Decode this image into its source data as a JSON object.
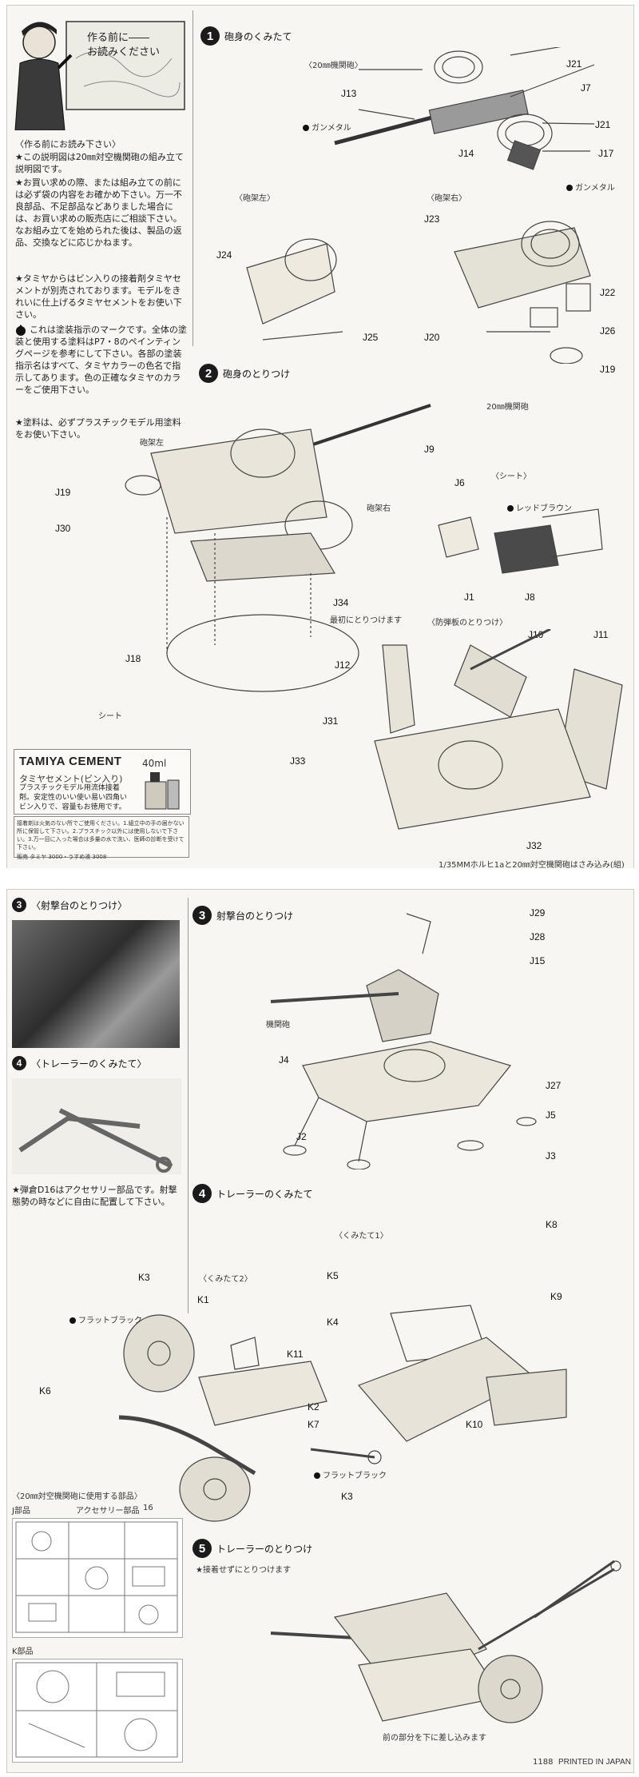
{
  "sheet1": {
    "intro": {
      "bubble": "作る前に――\nお読みください",
      "heading": "〈作る前にお読み下さい〉",
      "paragraphs": [
        "★この説明図は20㎜対空機関砲の組み立て説明図です。",
        "★お買い求めの際、または組み立ての前には必ず袋の内容をお確かめ下さい。万一不良部品、不足部品などありました場合には、お買い求めの販売店にご相談下さい。なお組み立てを始められた後は、製品の返品、交換などに応じかねます。",
        "★タミヤからはビン入りの接着剤タミヤセメントが別売されております。モデルをきれいに仕上げるタミヤセメントをお使い下さい。",
        "これは塗装指示のマークです。全体の塗装と使用する塗料はP7・8のペインティングページを参考にして下さい。各部の塗装指示名はすべて、タミヤカラーの色名で指示してあります。色の正確なタミヤのカラーをご使用下さい。",
        "★塗料は、必ずプラスチックモデル用塗料をお使い下さい。"
      ]
    },
    "step1": {
      "number": "1",
      "title": "砲身のくみたて",
      "sub_gun": "〈20㎜機関砲〉",
      "sub_left": "〈砲架左〉",
      "sub_right": "〈砲架右〉",
      "paint_gunmetal_a": "ガンメタル",
      "paint_gunmetal_b": "ガンメタル",
      "labels": [
        "J21",
        "J13",
        "J7",
        "J21",
        "J14",
        "J17",
        "J23",
        "J24",
        "J22",
        "J20",
        "J26",
        "J25",
        "J19"
      ]
    },
    "step2": {
      "number": "2",
      "title": "砲身のとりつけ",
      "sub_gun": "20㎜機関砲",
      "sub_left": "砲架左",
      "sub_right": "砲架右",
      "sub_seat": "〈シート〉",
      "paint_red_brown": "レッドブラウン",
      "seat_label": "シート",
      "note_j34": "最初にとりつけます",
      "sub_shield": "〈防弾板のとりつけ〉",
      "labels": [
        "J9",
        "J19",
        "J6",
        "J30",
        "J1",
        "J8",
        "J34",
        "J18",
        "J10",
        "J11",
        "J12",
        "J31",
        "J33",
        "J32"
      ]
    },
    "cement": {
      "brand": "TAMIYA CEMENT",
      "volume": "40ml",
      "name_ja": "タミヤセメント(ビン入り)",
      "desc": "プラスチックモデル用流体接着剤。安定性のいい使い易い四角いビン入りで、容量もお徳用です。"
    },
    "warning": {
      "text": "接着剤は火気のない所でご使用ください。1.組立中の手の届かない所に保管して下さい。2.プラスチック以外には使用しないで下さい。3.万一目に入った場合は多量の水で洗い、医師の診断を受けて下さい。",
      "price": "販売 タミヤ 3000・うすめ液 3008"
    },
    "footer": "1/35MMホルヒ1aと20㎜対空機関砲はさみ込み(組)"
  },
  "sheet2": {
    "left": {
      "step3_photo_title": "〈射撃台のとりつけ〉",
      "step3_photo_num": "3",
      "step4_photo_title": "〈トレーラーのくみたて〉",
      "step4_photo_num": "4",
      "note": "★弾倉D16はアクセサリー部品です。射撃態勢の時などに自由に配置して下さい。",
      "usage_title": "〈20㎜対空機関砲に使用する部品〉",
      "parts_j": "J部品",
      "accessory": "アクセサリー部品",
      "accessory_num": "16",
      "parts_k": "K部品"
    },
    "step3": {
      "number": "3",
      "title": "射撃台のとりつけ",
      "gun": "機関砲",
      "labels": [
        "J29",
        "J28",
        "J15",
        "J4",
        "J27",
        "J5",
        "J2",
        "J3"
      ]
    },
    "step4": {
      "number": "4",
      "title": "トレーラーのくみたて",
      "sub1": "〈くみたて1〉",
      "sub2": "〈くみたて2〉",
      "paint_flat_black_a": "フラットブラック",
      "paint_flat_black_b": "フラットブラック",
      "labels": [
        "K8",
        "K3",
        "K1",
        "K5",
        "K9",
        "K4",
        "K11",
        "K6",
        "K2",
        "K7",
        "K10",
        "K3"
      ]
    },
    "step5": {
      "number": "5",
      "title": "トレーラーのとりつけ",
      "note": "★接着せずにとりつけます",
      "caption": "前の部分を下に差し込みます"
    },
    "footer_code": "1188",
    "footer_print": "PRINTED IN JAPAN"
  }
}
